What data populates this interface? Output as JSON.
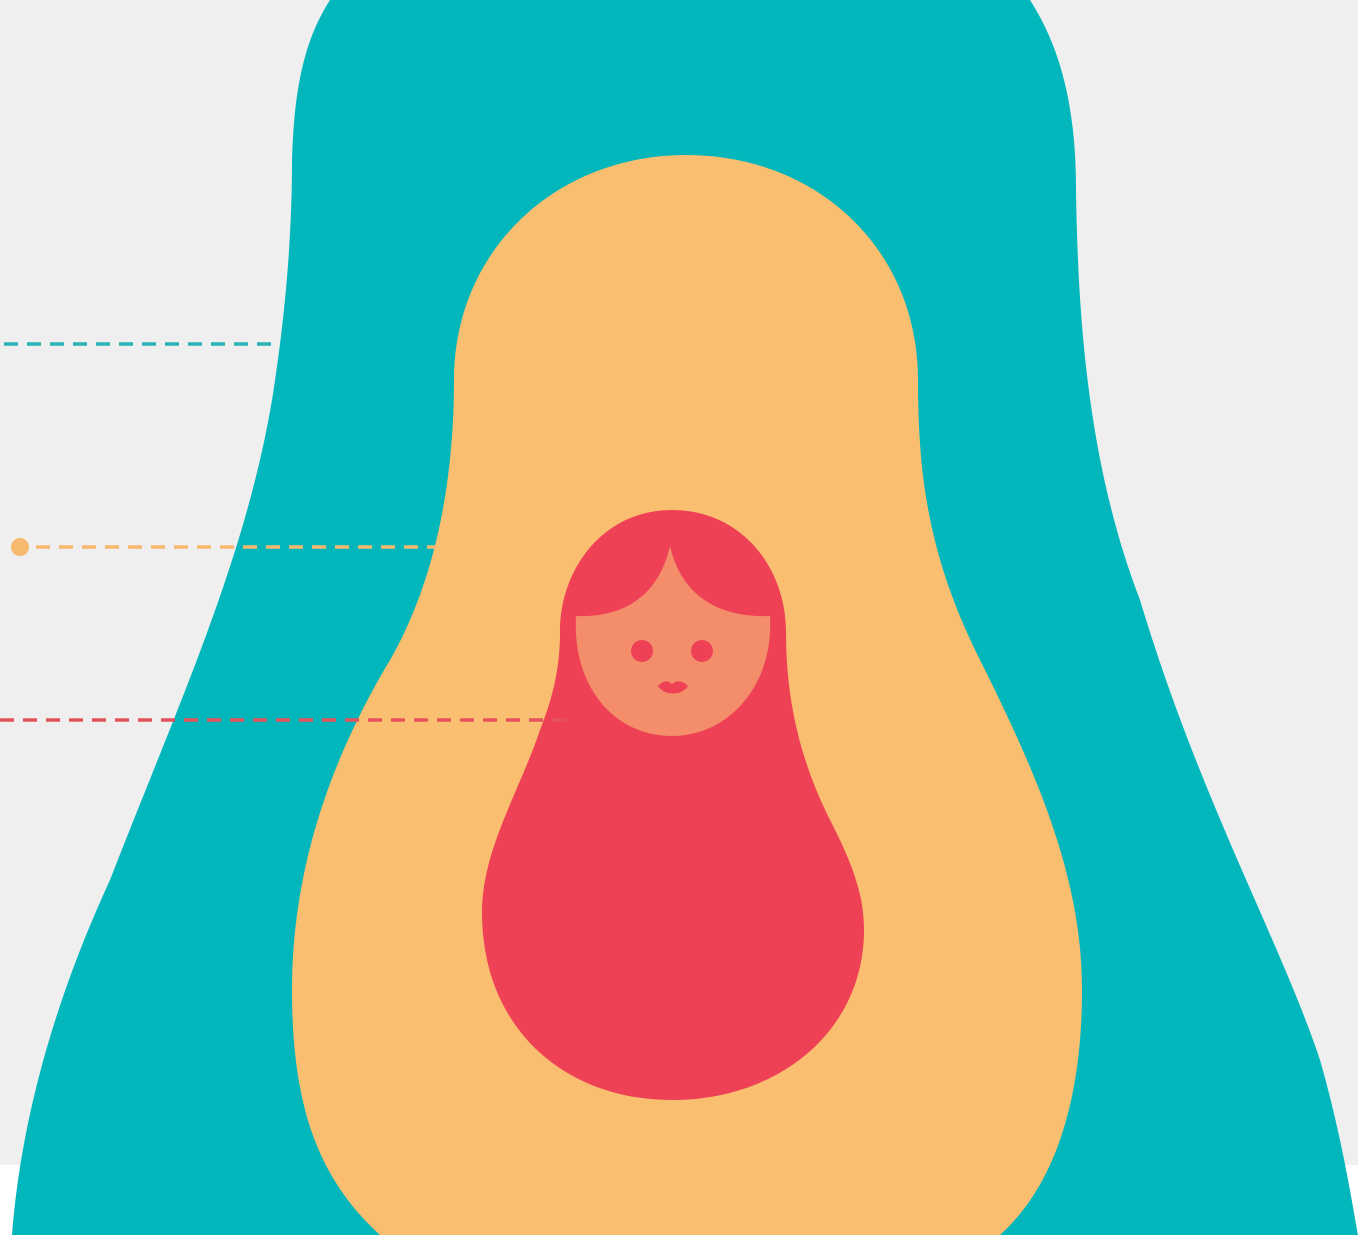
{
  "colors": {
    "background": "#efefef",
    "outer_doll": "#02b7bb",
    "middle_doll": "#fabe70",
    "inner_doll": "#ee4155",
    "inner_doll_face": "#f38d6a",
    "leader_outer": "#27b4b9",
    "leader_middle": "#f6b96e",
    "leader_inner": "#e4535c"
  },
  "icons": {
    "outer": "nesting-doll-outer-silhouette",
    "middle": "nesting-doll-middle-silhouette",
    "inner": "matryoshka-doll-with-face"
  },
  "layers": [
    {
      "name": "outer-layer"
    },
    {
      "name": "middle-layer"
    },
    {
      "name": "inner-layer"
    }
  ]
}
